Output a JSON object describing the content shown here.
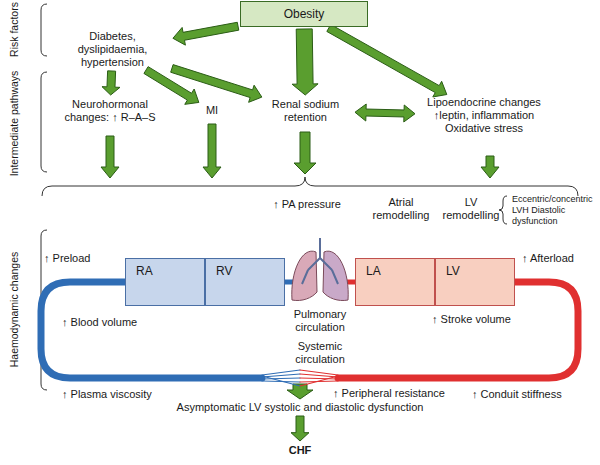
{
  "diagram": {
    "nodes": [
      {
        "text": [
          "Obesity"
        ]
      },
      {
        "text": [
          "Diabetes, dyslipidaemia, hypertension"
        ]
      },
      {
        "text": [
          "Neurohormonal changes: ↑ R–A–S"
        ]
      },
      {
        "text": [
          "MI"
        ]
      },
      {
        "text": [
          "Renal sodium retention"
        ]
      },
      {
        "text": [
          "Lipoendocrine changes ↑leptin, inflammation Oxidative stress"
        ]
      },
      {
        "text": [
          "RA"
        ]
      },
      {
        "text": [
          "RV"
        ]
      },
      {
        "text": [
          "LA"
        ]
      },
      {
        "text": [
          "LV"
        ]
      },
      {
        "text": [
          "Asymptomatic LV systolic and diastolic dysfunction"
        ]
      },
      {
        "text": [
          "CHF"
        ]
      }
    ],
    "edges": [
      {
        "from": 0,
        "to": 1,
        "arrow": "to"
      },
      {
        "from": 0,
        "to": 4,
        "arrow": "to"
      },
      {
        "from": 0,
        "to": 5,
        "arrow": "to"
      },
      {
        "from": 1,
        "to": 2,
        "arrow": "to"
      },
      {
        "from": 1,
        "to": 3,
        "arrow": "to"
      },
      {
        "from": 1,
        "to": 4,
        "arrow": "to"
      },
      {
        "from": 4,
        "to": 5,
        "arrow": "both"
      },
      {
        "from": 10,
        "to": 11,
        "arrow": "to"
      }
    ],
    "labels": [
      "Risk factors",
      "Intermediate pathways",
      "Haemodynamic changes",
      "↑ PA pressure",
      "Atrial remodelling",
      "LV remodelling",
      "Eccentric/concentric LVH Diastolic dysfunction",
      "↑ Preload",
      "Pulmonary circulation",
      "↑ Afterload",
      "↑ Stroke volume",
      "↑ Blood volume",
      "Systemic circulation",
      "↑ Plasma viscosity",
      "↑ Peripheral resistance",
      "↑ Conduit stiffness"
    ]
  }
}
